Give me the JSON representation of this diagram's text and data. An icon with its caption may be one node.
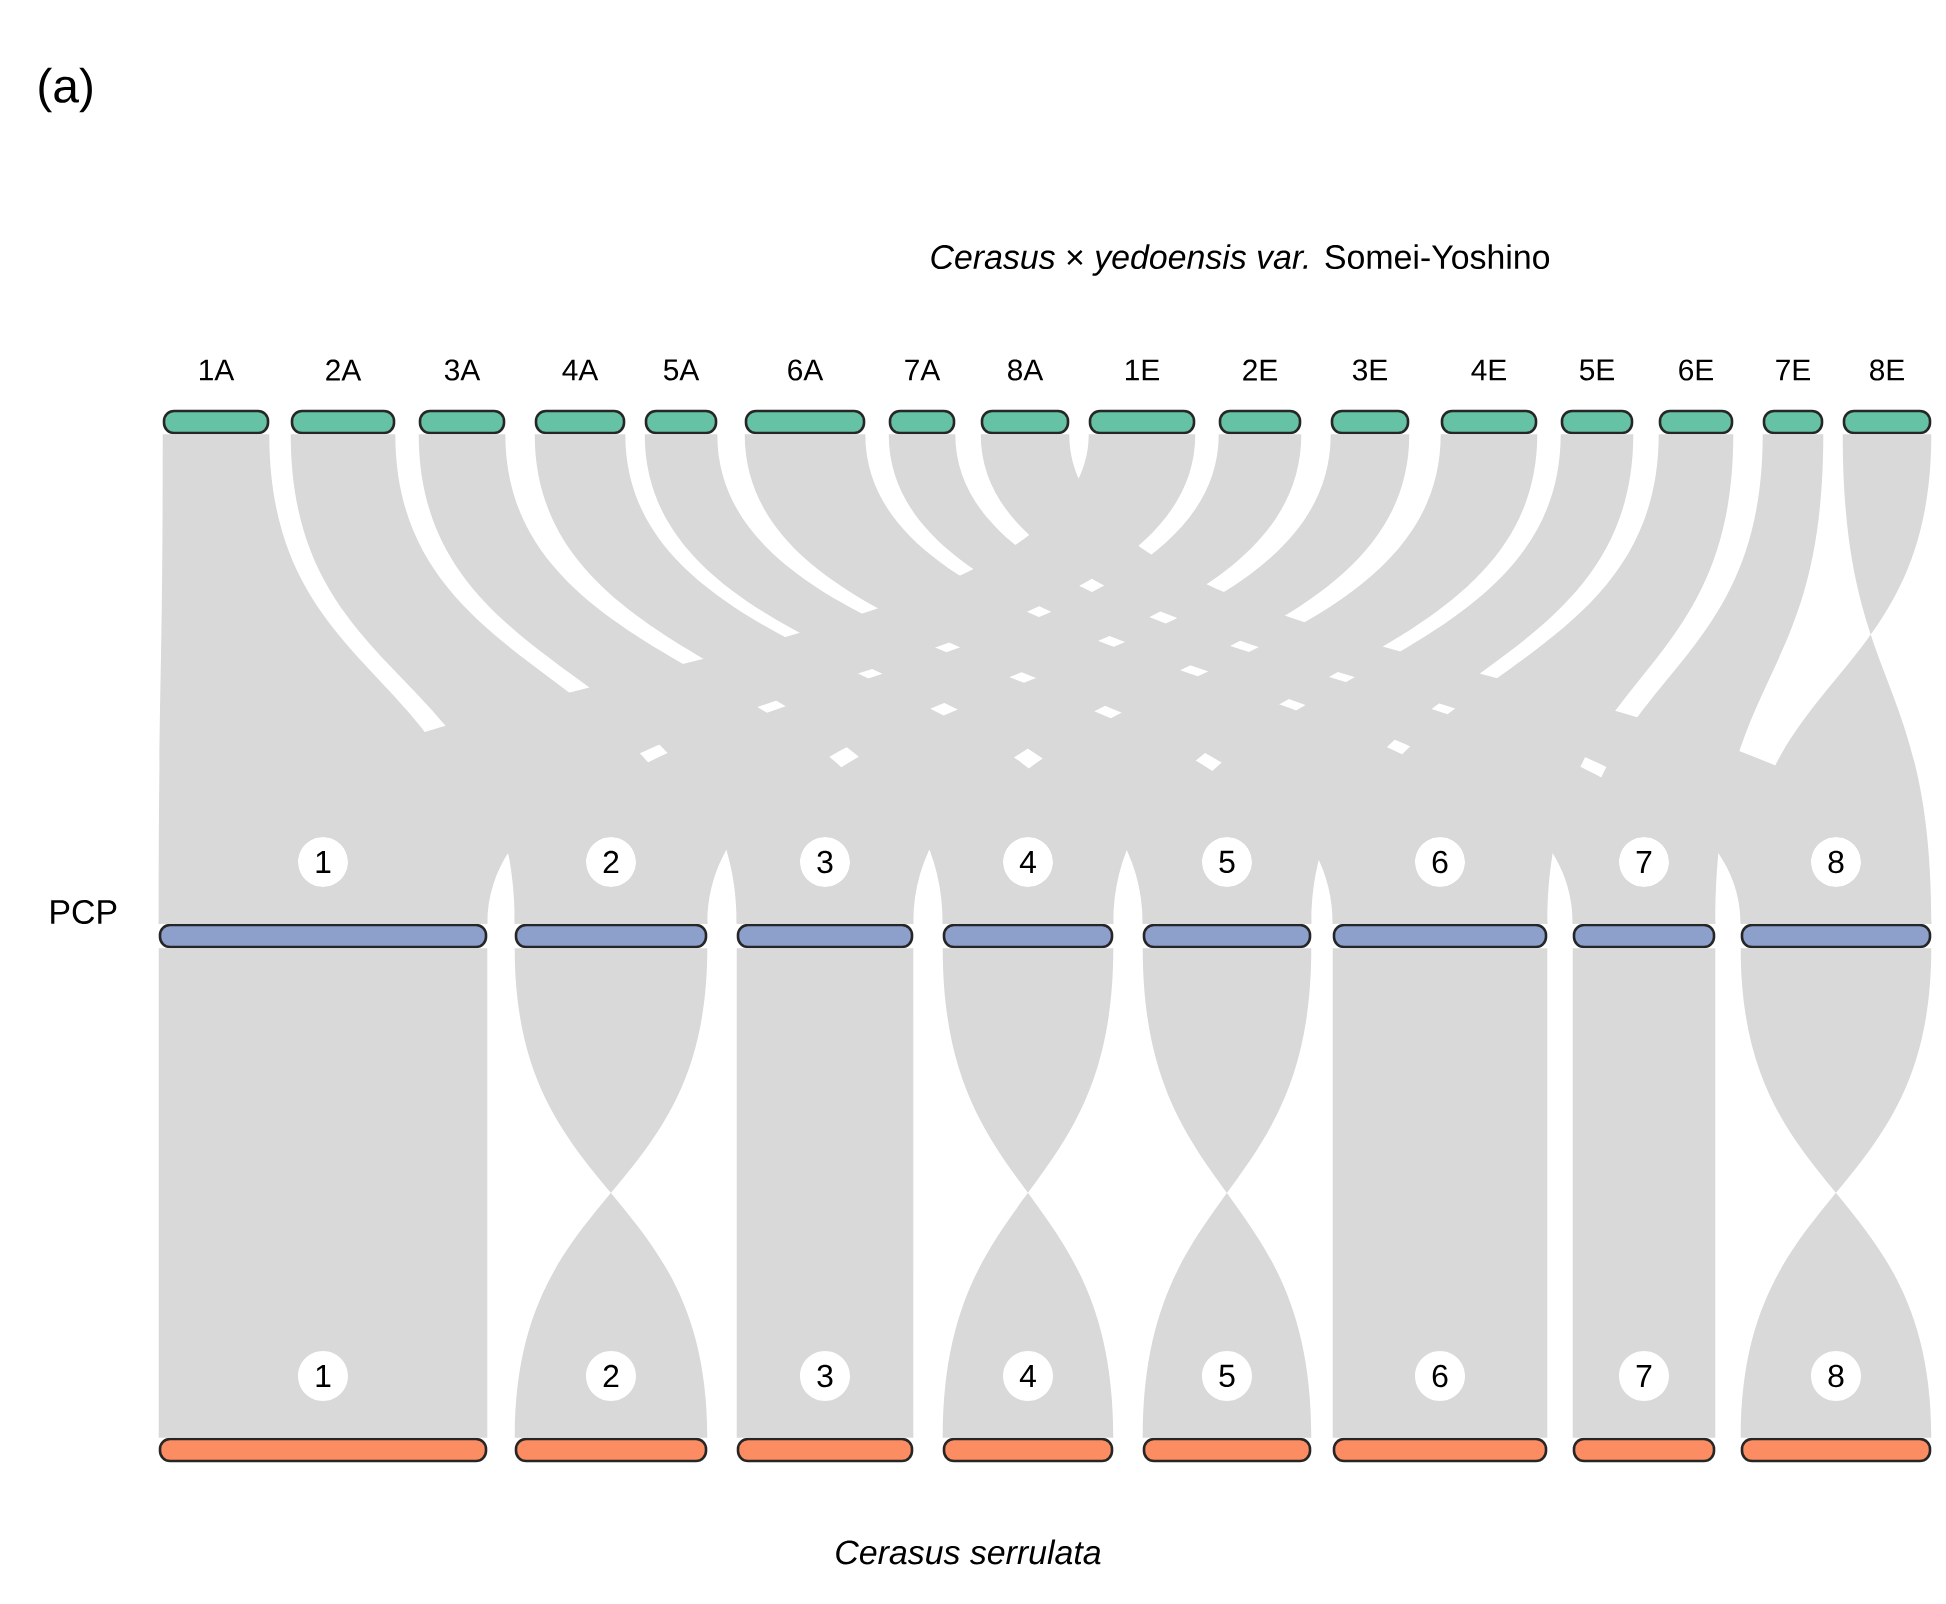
{
  "diagram": {
    "title": "*Cerasus* × *yedoensis var.* Somei-Yoshino",
    "caption": "Cerasus serrulata",
    "nodes": [
      {
        "text": [
          "1A"
        ]
      },
      {
        "text": [
          "2A"
        ]
      },
      {
        "text": [
          "3A"
        ]
      },
      {
        "text": [
          "4A"
        ]
      },
      {
        "text": [
          "5A"
        ]
      },
      {
        "text": [
          "6A"
        ]
      },
      {
        "text": [
          "7A"
        ]
      },
      {
        "text": [
          "8A"
        ]
      },
      {
        "text": [
          "1E"
        ]
      },
      {
        "text": [
          "2E"
        ]
      },
      {
        "text": [
          "3E"
        ]
      },
      {
        "text": [
          "4E"
        ]
      },
      {
        "text": [
          "5E"
        ]
      },
      {
        "text": [
          "6E"
        ]
      },
      {
        "text": [
          "7E"
        ]
      },
      {
        "text": [
          "8E"
        ]
      },
      {
        "text": [
          "1"
        ]
      },
      {
        "text": [
          "2"
        ]
      },
      {
        "text": [
          "3"
        ]
      },
      {
        "text": [
          "4"
        ]
      },
      {
        "text": [
          "5"
        ]
      },
      {
        "text": [
          "6"
        ]
      },
      {
        "text": [
          "7"
        ]
      },
      {
        "text": [
          "8"
        ]
      },
      {
        "text": [
          "1"
        ]
      },
      {
        "text": [
          "2"
        ]
      },
      {
        "text": [
          "3"
        ]
      },
      {
        "text": [
          "4"
        ]
      },
      {
        "text": [
          "5"
        ]
      },
      {
        "text": [
          "6"
        ]
      },
      {
        "text": [
          "7"
        ]
      },
      {
        "text": [
          "8"
        ]
      }
    ],
    "edges": [
      {
        "from": 0,
        "to": 16,
        "arrow": "none"
      },
      {
        "from": 1,
        "to": 17,
        "arrow": "none"
      },
      {
        "from": 2,
        "to": 18,
        "arrow": "none"
      },
      {
        "from": 3,
        "to": 19,
        "arrow": "none"
      },
      {
        "from": 4,
        "to": 20,
        "arrow": "none"
      },
      {
        "from": 5,
        "to": 21,
        "arrow": "none"
      },
      {
        "from": 6,
        "to": 22,
        "arrow": "none"
      },
      {
        "from": 7,
        "to": 23,
        "arrow": "none"
      },
      {
        "from": 8,
        "to": 16,
        "arrow": "none"
      },
      {
        "from": 9,
        "to": 17,
        "arrow": "none"
      },
      {
        "from": 10,
        "to": 18,
        "arrow": "none"
      },
      {
        "from": 11,
        "to": 19,
        "arrow": "none"
      },
      {
        "from": 12,
        "to": 20,
        "arrow": "none"
      },
      {
        "from": 13,
        "to": 21,
        "arrow": "none"
      },
      {
        "from": 14,
        "to": 22,
        "arrow": "none"
      },
      {
        "from": 15,
        "to": 23,
        "arrow": "none"
      },
      {
        "from": 16,
        "to": 24,
        "arrow": "none"
      },
      {
        "from": 17,
        "to": 25,
        "arrow": "none"
      },
      {
        "from": 18,
        "to": 26,
        "arrow": "none"
      },
      {
        "from": 19,
        "to": 27,
        "arrow": "none"
      },
      {
        "from": 20,
        "to": 28,
        "arrow": "none"
      },
      {
        "from": 21,
        "to": 29,
        "arrow": "none"
      },
      {
        "from": 22,
        "to": 30,
        "arrow": "none"
      },
      {
        "from": 23,
        "to": 31,
        "arrow": "none"
      }
    ],
    "labels": [
      "(a)",
      "PCP"
    ]
  }
}
